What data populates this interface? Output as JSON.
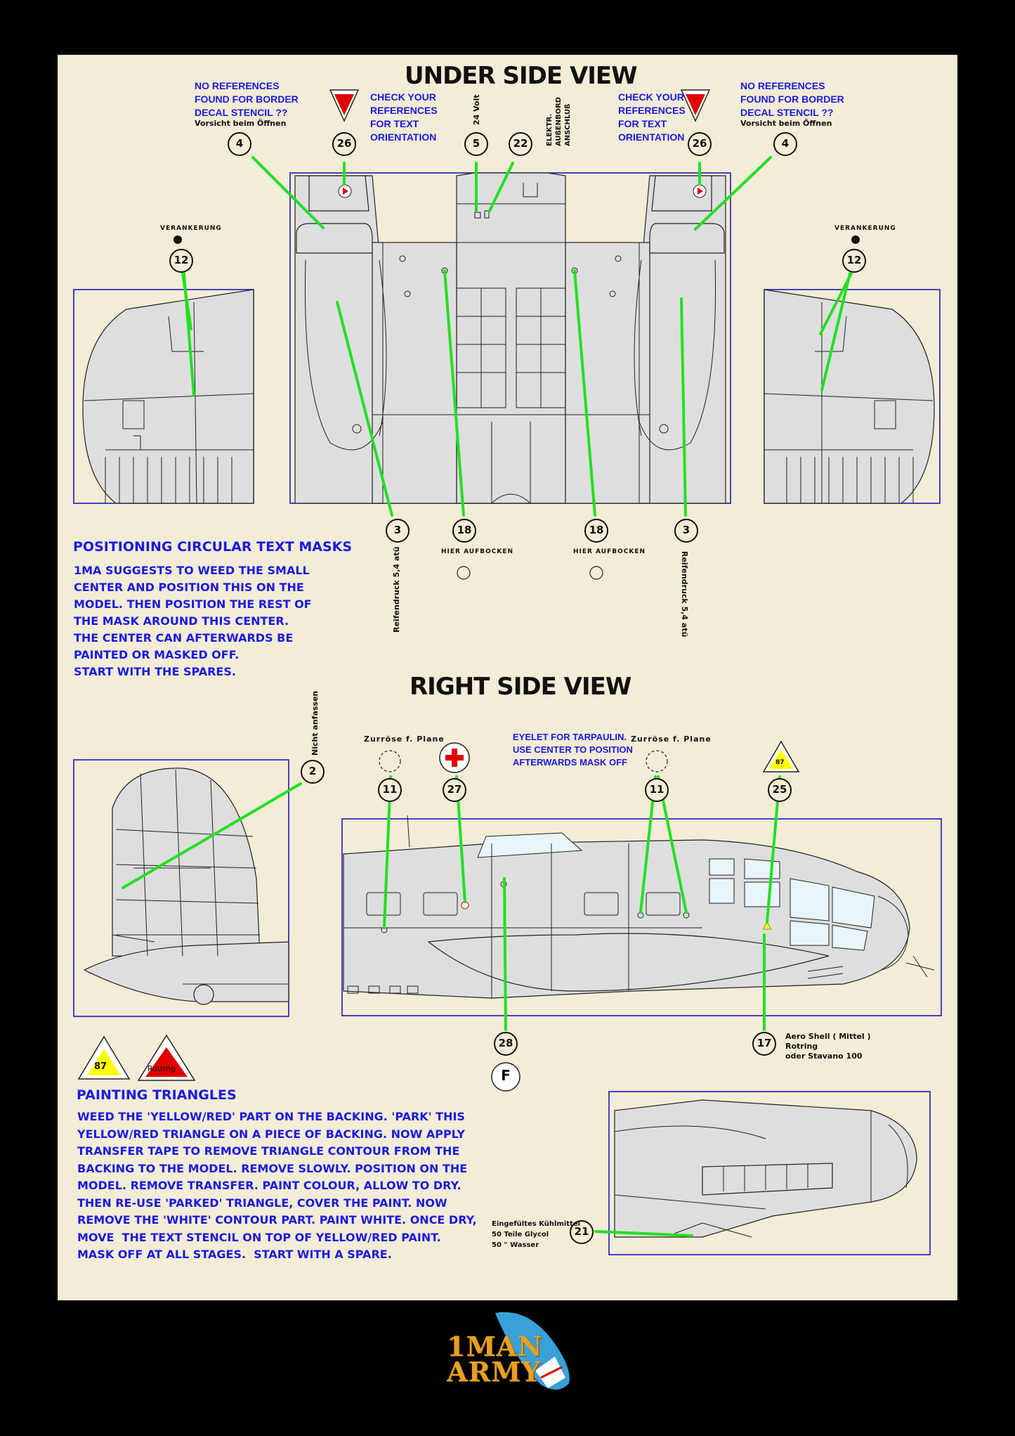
{
  "titles": {
    "under": "UNDER SIDE VIEW",
    "right": "RIGHT SIDE VIEW"
  },
  "notes": {
    "border_stencil_left": [
      "NO REFERENCES",
      "FOUND FOR BORDER",
      "DECAL STENCIL ??"
    ],
    "border_stencil_right": [
      "NO REFERENCES",
      "FOUND FOR BORDER",
      "DECAL STENCIL ??"
    ],
    "vorsicht": "Vorsicht beim Öffnen",
    "check_refs_left": [
      "CHECK YOUR",
      "REFERENCES",
      "FOR TEXT",
      "ORIENTATION"
    ],
    "check_refs_right": [
      "CHECK YOUR",
      "REFERENCES",
      "FOR TEXT",
      "ORIENTATION"
    ],
    "volt": "24 Volt",
    "elektr": [
      "ELEKTR.",
      "AUßENBORD",
      "ANSCHLUß"
    ],
    "verankerung": "VERANKERUNG",
    "reifendruck": "Reifendruck 5,4 atü",
    "hier_aufbocken": "HIER AUFBOCKEN",
    "nicht_anfassen": "Nicht anfassen",
    "zurrose": "Zurröse f. Plane",
    "eyelet": [
      "EYELET FOR TARPAULIN.",
      "USE CENTER TO POSITION",
      "AFTERWARDS MASK OFF"
    ],
    "aero_shell": [
      "Aero Shell ( Mittel )",
      "Rotring",
      "oder Stavano 100"
    ],
    "kuhlmittel": [
      "Eingefültes Kühlmittel",
      "50 Teile Glycol",
      "50   \"   Wasser"
    ],
    "tri_yellow": "87",
    "tri_red": "Rotring",
    "f_mark": "F"
  },
  "callouts": {
    "c4": "4",
    "c26": "26",
    "c5": "5",
    "c22": "22",
    "c12": "12",
    "c3": "3",
    "c18": "18",
    "c2": "2",
    "c11": "11",
    "c27": "27",
    "c25": "25",
    "c28": "28",
    "c17": "17",
    "c21": "21"
  },
  "sections": {
    "masks_heading": "POSITIONING CIRCULAR TEXT MASKS",
    "masks_text": "1MA SUGGESTS TO WEED THE SMALL\nCENTER AND POSITION THIS ON THE\nMODEL. THEN POSITION THE REST OF\nTHE MASK AROUND THIS CENTER.\nTHE CENTER CAN AFTERWARDS BE\nPAINTED OR MASKED OFF.\nSTART WITH THE SPARES.",
    "triangles_heading": "PAINTING  TRIANGLES",
    "triangles_text": "WEED THE 'YELLOW/RED' PART ON THE BACKING. 'PARK' THIS\nYELLOW/RED TRIANGLE ON A PIECE OF BACKING. NOW APPLY\nTRANSFER TAPE TO REMOVE TRIANGLE CONTOUR FROM THE\nBACKING TO THE MODEL. REMOVE SLOWLY. POSITION ON THE\nMODEL. REMOVE TRANSFER. PAINT COLOUR, ALLOW TO DRY.\nTHEN RE-USE 'PARKED' TRIANGLE, COVER THE PAINT. NOW\nREMOVE THE 'WHITE' CONTOUR PART. PAINT WHITE. ONCE DRY,\nMOVE  THE TEXT STENCIL ON TOP OF YELLOW/RED PAINT.\nMASK OFF AT ALL STAGES.  START WITH A SPARE."
  },
  "logo": {
    "line1": "1MAN",
    "line2": "ARMY"
  },
  "colors": {
    "background": "#000000",
    "sheet": "#f3ecd6",
    "note_blue": "#1a1ae0",
    "leader_green": "#22e022",
    "frame_blue": "#1a1ab8",
    "aircraft_fill": "#dedede",
    "triangle_yellow": "#ffff00",
    "triangle_red": "#e00000",
    "logo_gold": "#e8a020",
    "logo_blue": "#3aa0d8"
  }
}
